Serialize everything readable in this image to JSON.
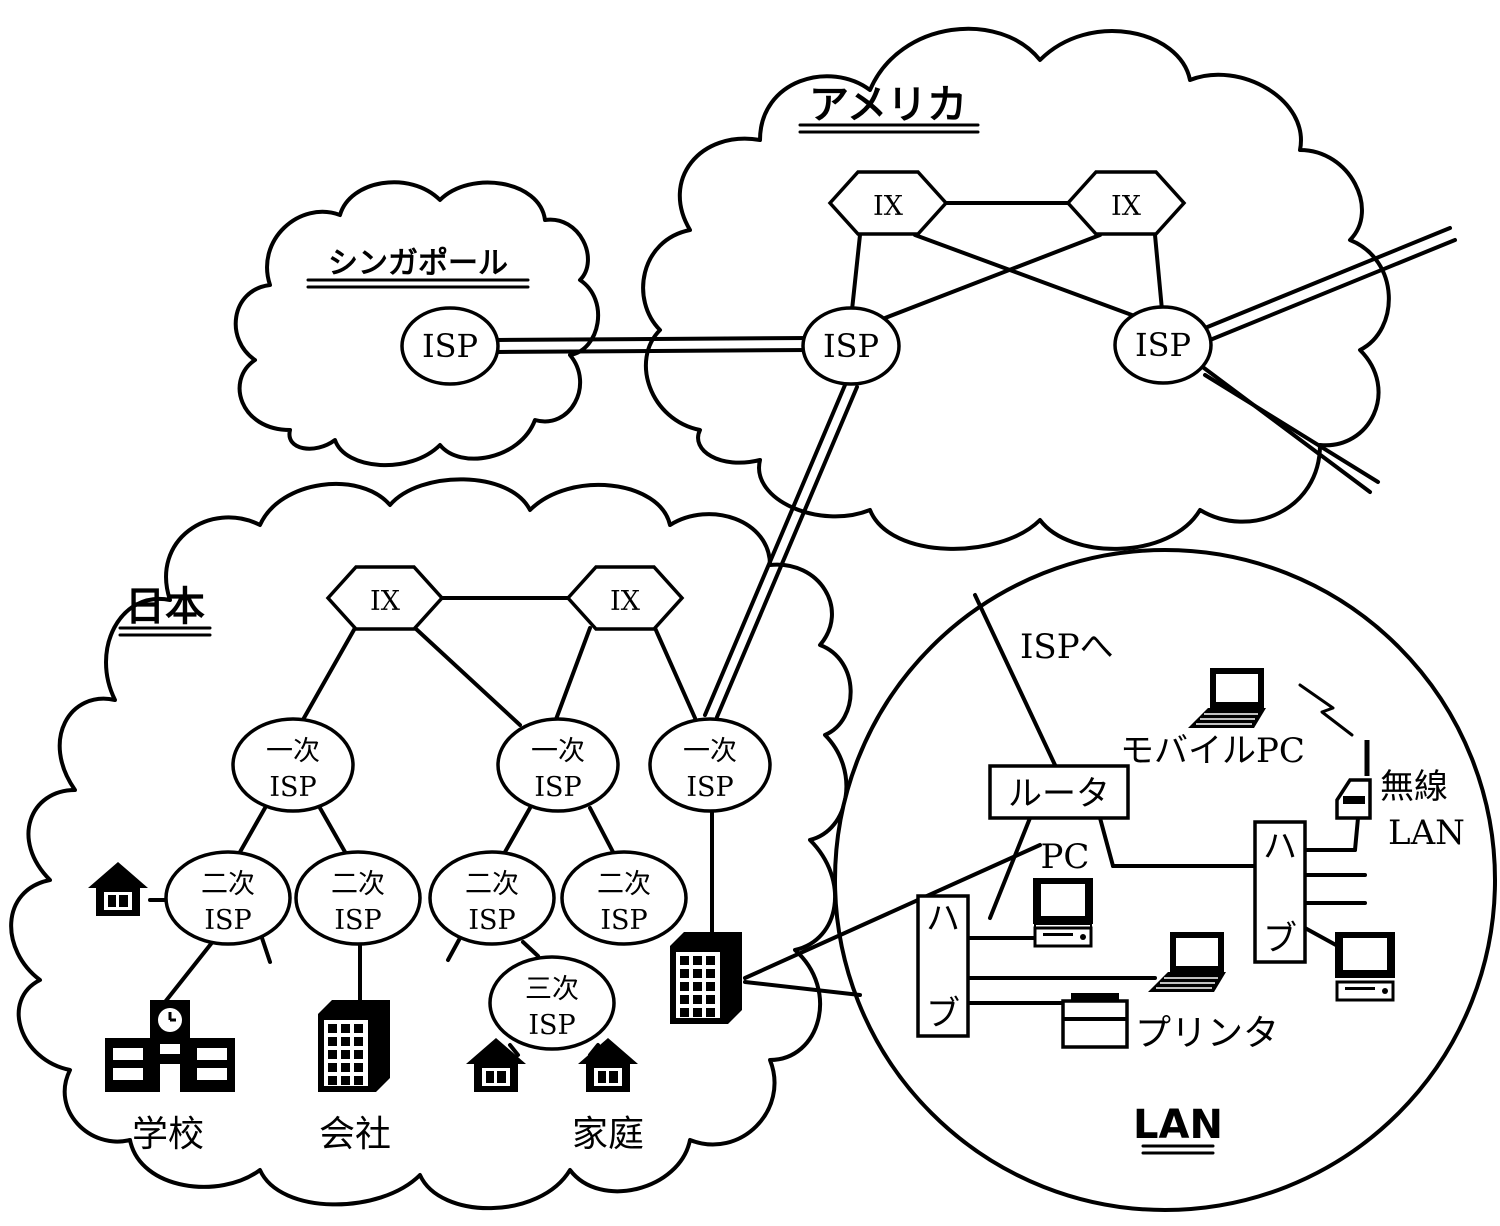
{
  "regions": {
    "america": "アメリカ",
    "singapore": "シンガポール",
    "japan": "日本",
    "lan": "LAN"
  },
  "nodes": {
    "ix": "IX",
    "isp": "ISP",
    "primary": "一次",
    "secondary": "二次",
    "tertiary": "三次"
  },
  "places": {
    "school": "学校",
    "company": "会社",
    "home": "家庭"
  },
  "lan": {
    "to_isp": "ISPへ",
    "router": "ルータ",
    "hub_top": "ハ",
    "hub_bottom": "ブ",
    "pc": "PC",
    "mobile_pc": "モバイルPC",
    "wireless_line1": "無線",
    "wireless_line2": "LAN",
    "printer": "プリンタ"
  }
}
